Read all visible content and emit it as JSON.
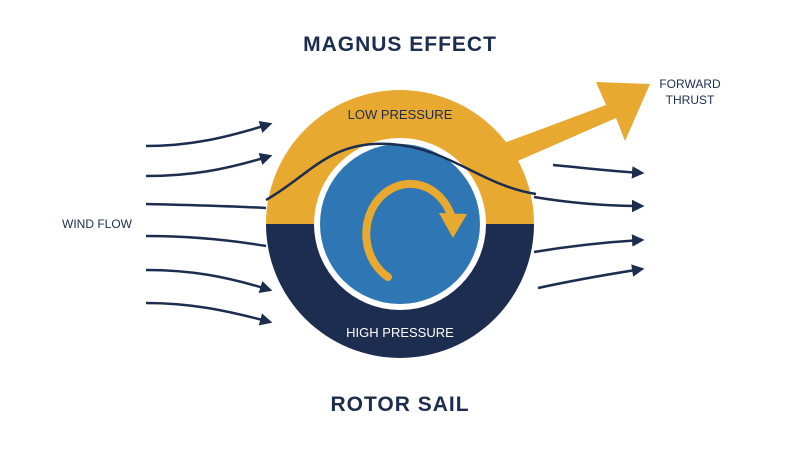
{
  "diagram": {
    "title": "MAGNUS EFFECT",
    "subtitle": "ROTOR SAIL",
    "labels": {
      "wind_flow": "WIND FLOW",
      "forward_thrust_line1": "FORWARD",
      "forward_thrust_line2": "THRUST",
      "low_pressure": "LOW PRESSURE",
      "high_pressure": "HIGH PRESSURE"
    },
    "colors": {
      "navy": "#1c2d4f",
      "gold": "#e8a930",
      "rotor_blue": "#2f77b4",
      "background": "#ffffff"
    },
    "icons": {
      "rotation": "clockwise-rotation-arrow-icon",
      "thrust": "forward-thrust-arrow-icon",
      "flow": "streamline-arrow-icon"
    }
  }
}
